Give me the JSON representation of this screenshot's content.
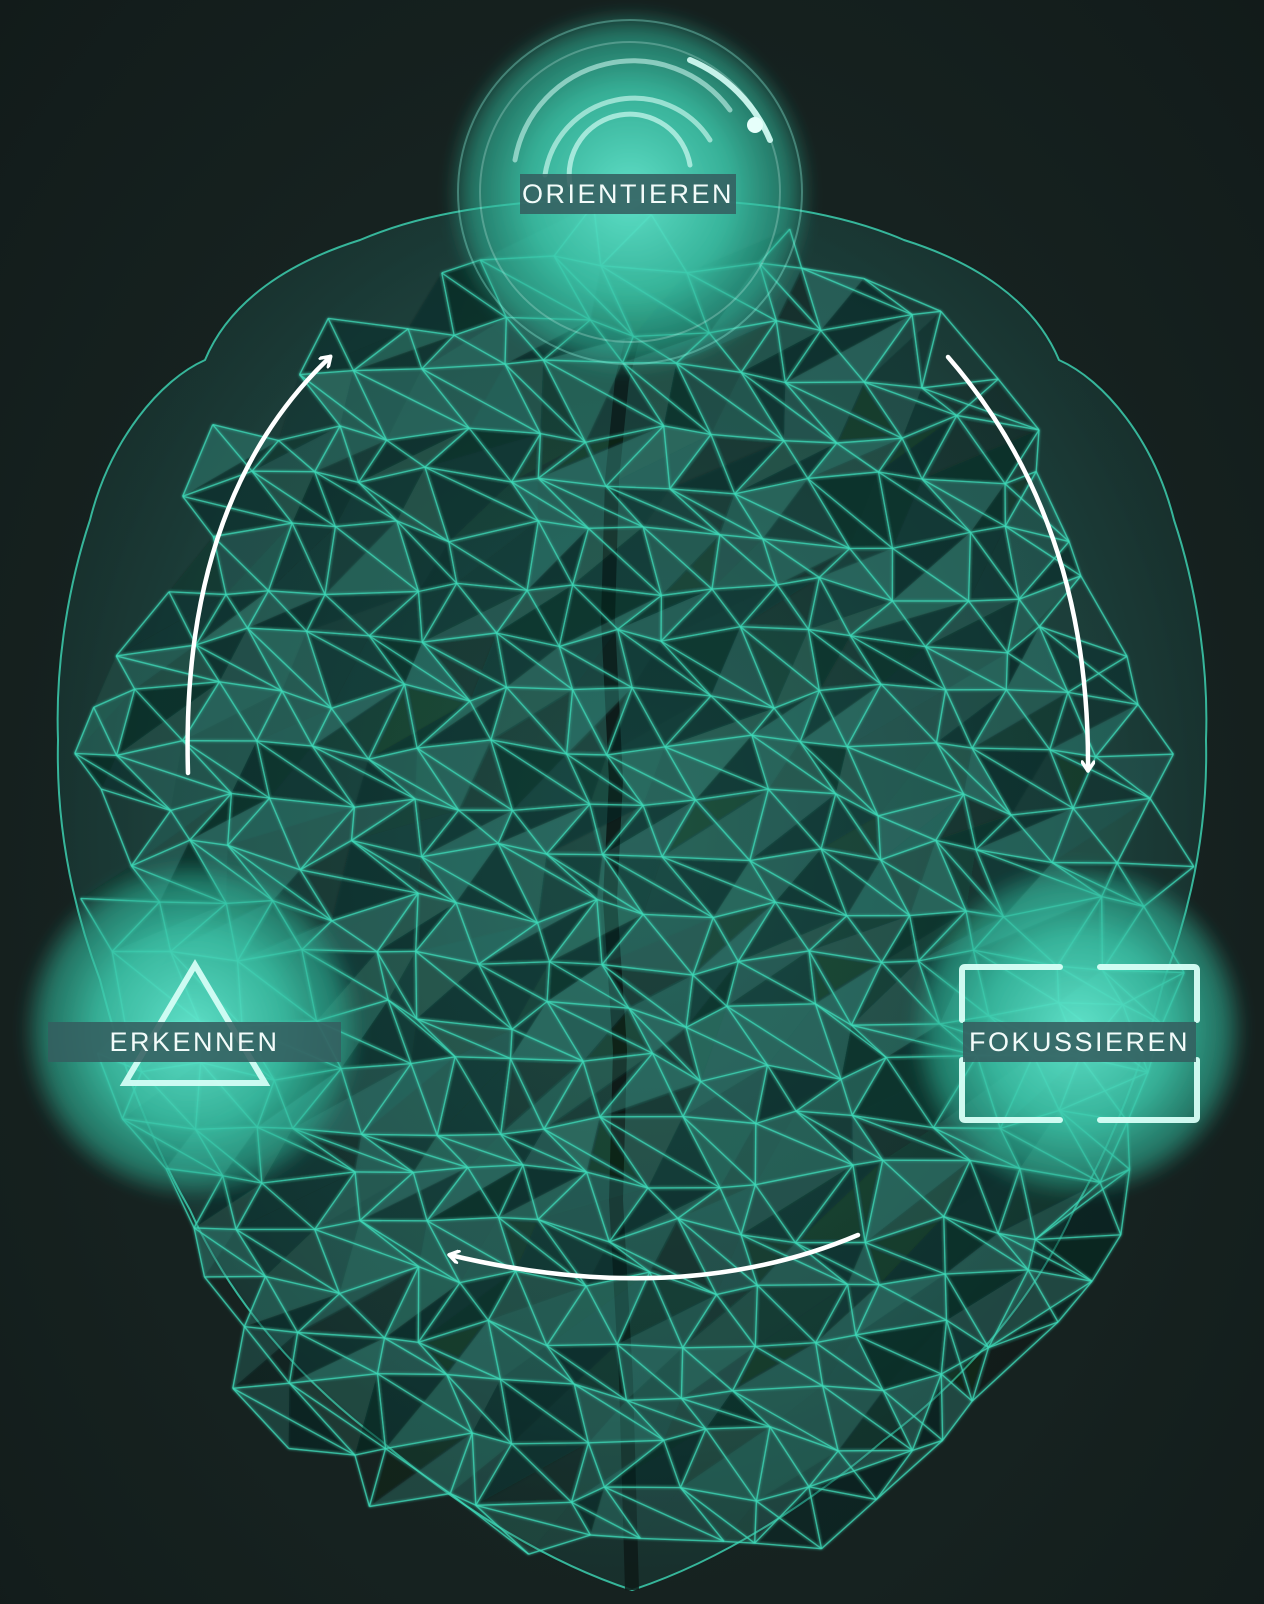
{
  "nodes": {
    "orientieren": {
      "label": "ORIENTIEREN",
      "icon": "radar-icon"
    },
    "erkennen": {
      "label": "ERKENNEN",
      "icon": "triangle-icon"
    },
    "fokussieren": {
      "label": "FOKUSSIEREN",
      "icon": "focus-frame-icon"
    }
  },
  "cycle": [
    "orientieren",
    "fokussieren",
    "erkennen"
  ],
  "colors": {
    "background": "#162220",
    "mesh": "#3fd9b8",
    "mesh_fill": "#1f4a44",
    "glow": "#4de0c4",
    "label_bg": "#345f60",
    "arrow": "#ffffff"
  }
}
